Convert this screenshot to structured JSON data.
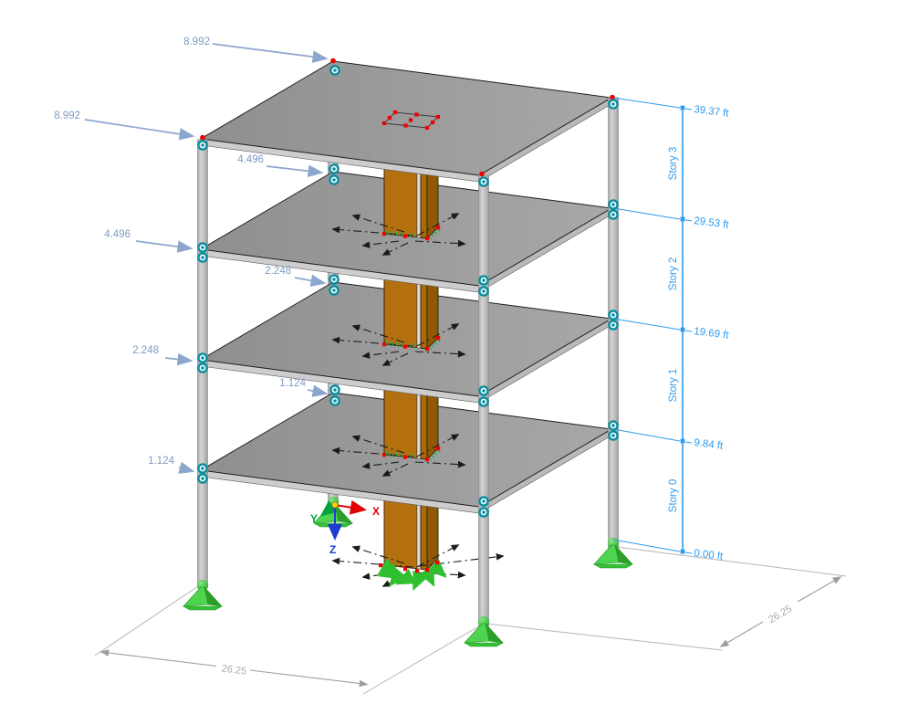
{
  "view": {
    "description": "3D isometric view of a 4-story structural model with core walls, corner columns, floor slabs, nodal supports, lateral load arrows and dimension lines"
  },
  "loads": {
    "unit_values": [
      {
        "location": "roof-back-corner",
        "value": "8.992"
      },
      {
        "location": "roof-left-corner",
        "value": "8.992"
      },
      {
        "location": "story2-back-corner",
        "value": "4.496"
      },
      {
        "location": "story2-left-corner",
        "value": "4.496"
      },
      {
        "location": "story1-back-corner",
        "value": "2.248"
      },
      {
        "location": "story1-left-corner",
        "value": "2.248"
      },
      {
        "location": "story0-back-corner",
        "value": "1.124"
      },
      {
        "location": "story0-left-corner",
        "value": "1.124"
      }
    ]
  },
  "story_dimension": {
    "elevations": [
      {
        "value": "39.37 ft"
      },
      {
        "value": "29.53 ft"
      },
      {
        "value": "19.69 ft"
      },
      {
        "value": "9.84 ft"
      },
      {
        "value": "0.00 ft"
      }
    ],
    "stories": [
      {
        "label": "Story 3"
      },
      {
        "label": "Story 2"
      },
      {
        "label": "Story 1"
      },
      {
        "label": "Story 0"
      }
    ]
  },
  "plan_dimensions": {
    "front_left": {
      "value": "26.25"
    },
    "front_right": {
      "value": "26.25"
    }
  },
  "axes": {
    "x": "X",
    "y": "Y",
    "z": "Z"
  },
  "colors": {
    "dimension_blue": "#2D9CF0",
    "load_arrow_blue": "#8CA6CE",
    "load_text_blue": "#7E9BC6",
    "slab_gray": "#989898",
    "slab_edge_light": "#CDCDCD",
    "column_gray": "#C0C0C0",
    "core_orange": "#B4700F",
    "core_orange_dark": "#8F5906",
    "support_green": "#3BCB3B",
    "node_teal": "#0A8D9E",
    "marker_red": "#F20000",
    "dim_gray": "#A6A6A6",
    "axis_x_red": "#E00000",
    "axis_y_green": "#00A33D",
    "axis_z_blue": "#1F3BD0",
    "origin_yellow": "#FFD400"
  }
}
